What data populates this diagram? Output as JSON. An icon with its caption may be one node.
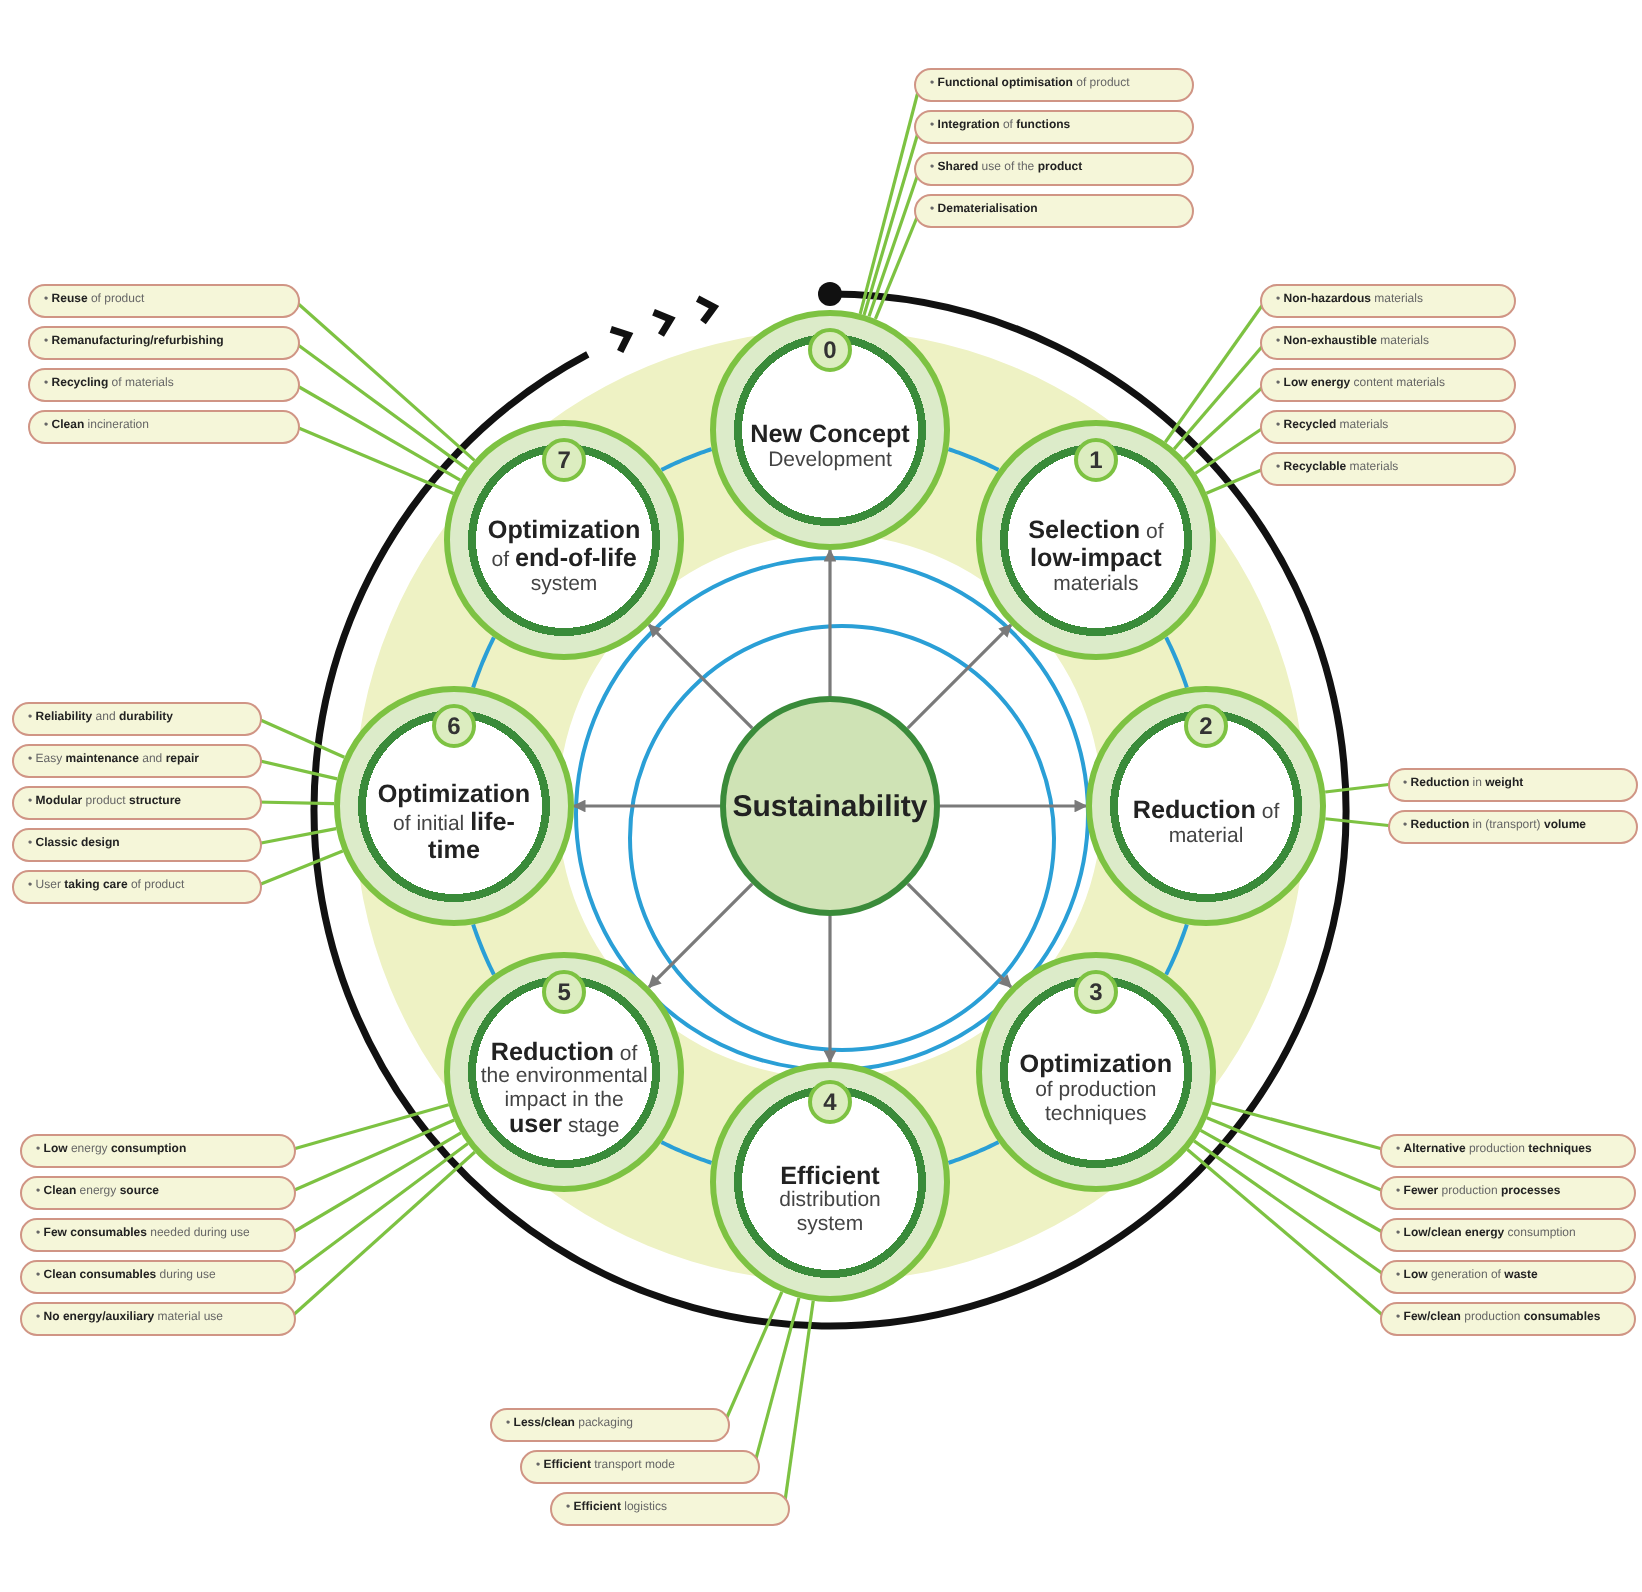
{
  "diagram": {
    "nodes": [
      {
        "text": [
          "0",
          "**New Concept** Development"
        ]
      },
      {
        "text": [
          "1",
          "**Selection** of **low-impact** materials"
        ]
      },
      {
        "text": [
          "2",
          "**Reduction** of material"
        ]
      },
      {
        "text": [
          "3",
          "**Optimization** of production techniques"
        ]
      },
      {
        "text": [
          "4",
          "**Efficient** distribution system"
        ]
      },
      {
        "text": [
          "5",
          "**Reduction** of the environmental impact in the **user** stage"
        ]
      },
      {
        "text": [
          "6",
          "**Optimization** of initial **life-time**"
        ]
      },
      {
        "text": [
          "7",
          "**Optimization** of **end-of-life** system"
        ]
      },
      {
        "text": [
          "Sustainability"
        ]
      },
      {
        "text": [
          "• **Functional optimisation** of product"
        ]
      },
      {
        "text": [
          "• **Integration** of **functions**"
        ]
      },
      {
        "text": [
          "• **Shared** use of the **product**"
        ]
      },
      {
        "text": [
          "• **Dematerialisation**"
        ]
      },
      {
        "text": [
          "• **Non-hazardous** materials"
        ]
      },
      {
        "text": [
          "• **Non-exhaustible** materials"
        ]
      },
      {
        "text": [
          "• **Low energy** content materials"
        ]
      },
      {
        "text": [
          "• **Recycled** materials"
        ]
      },
      {
        "text": [
          "• **Recyclable** materials"
        ]
      },
      {
        "text": [
          "• **Reduction** in **weight**"
        ]
      },
      {
        "text": [
          "• **Reduction** in (transport) **volume**"
        ]
      },
      {
        "text": [
          "• **Alternative** production **techniques**"
        ]
      },
      {
        "text": [
          "• **Fewer** production **processes**"
        ]
      },
      {
        "text": [
          "• **Low/clean energy** consumption"
        ]
      },
      {
        "text": [
          "• **Low** generation of **waste**"
        ]
      },
      {
        "text": [
          "• **Few/clean** production **consumables**"
        ]
      },
      {
        "text": [
          "• **Less/clean** packaging"
        ]
      },
      {
        "text": [
          "• **Efficient** transport mode"
        ]
      },
      {
        "text": [
          "• **Efficient** logistics"
        ]
      },
      {
        "text": [
          "• **Low** energy **consumption**"
        ]
      },
      {
        "text": [
          "• **Clean** energy **source**"
        ]
      },
      {
        "text": [
          "• **Few consumables** needed during use"
        ]
      },
      {
        "text": [
          "• **Clean consumables** during use"
        ]
      },
      {
        "text": [
          "• **No energy/auxiliary** material use"
        ]
      },
      {
        "text": [
          "• **Reliability** and **durability**"
        ]
      },
      {
        "text": [
          "• Easy **maintenance** and **repair**"
        ]
      },
      {
        "text": [
          "• **Modular** product **structure**"
        ]
      },
      {
        "text": [
          "• **Classic design**"
        ]
      },
      {
        "text": [
          "• User **taking care** of product"
        ]
      },
      {
        "text": [
          "• **Reuse** of product"
        ]
      },
      {
        "text": [
          "• **Remanufacturing/refurbishing**"
        ]
      },
      {
        "text": [
          "• **Recycling** of materials"
        ]
      },
      {
        "text": [
          "• **Clean** incineration"
        ]
      }
    ],
    "edges": [
      {
        "from": 8,
        "to": 0,
        "arrow": "to",
        "color": "#7a7a7a"
      },
      {
        "from": 8,
        "to": 1,
        "arrow": "to",
        "color": "#7a7a7a"
      },
      {
        "from": 8,
        "to": 2,
        "arrow": "to",
        "color": "#7a7a7a"
      },
      {
        "from": 8,
        "to": 3,
        "arrow": "to",
        "color": "#7a7a7a"
      },
      {
        "from": 8,
        "to": 4,
        "arrow": "to",
        "color": "#7a7a7a"
      },
      {
        "from": 8,
        "to": 5,
        "arrow": "to",
        "color": "#7a7a7a"
      },
      {
        "from": 8,
        "to": 6,
        "arrow": "to",
        "color": "#7a7a7a"
      },
      {
        "from": 8,
        "to": 7,
        "arrow": "to",
        "color": "#7a7a7a"
      },
      {
        "from": 0,
        "to": 1,
        "arrow": "none",
        "color": "#2a9fd6"
      },
      {
        "from": 1,
        "to": 2,
        "arrow": "none",
        "color": "#2a9fd6"
      },
      {
        "from": 2,
        "to": 3,
        "arrow": "none",
        "color": "#2a9fd6"
      },
      {
        "from": 3,
        "to": 4,
        "arrow": "none",
        "color": "#2a9fd6"
      },
      {
        "from": 4,
        "to": 5,
        "arrow": "none",
        "color": "#2a9fd6"
      },
      {
        "from": 5,
        "to": 6,
        "arrow": "none",
        "color": "#2a9fd6"
      },
      {
        "from": 6,
        "to": 7,
        "arrow": "none",
        "color": "#2a9fd6"
      },
      {
        "from": 7,
        "to": 0,
        "arrow": "none",
        "color": "#2a9fd6"
      },
      {
        "from": 0,
        "to": 9,
        "arrow": "none"
      },
      {
        "from": 0,
        "to": 10,
        "arrow": "none"
      },
      {
        "from": 0,
        "to": 11,
        "arrow": "none"
      },
      {
        "from": 0,
        "to": 12,
        "arrow": "none"
      },
      {
        "from": 1,
        "to": 13,
        "arrow": "none"
      },
      {
        "from": 1,
        "to": 14,
        "arrow": "none"
      },
      {
        "from": 1,
        "to": 15,
        "arrow": "none"
      },
      {
        "from": 1,
        "to": 16,
        "arrow": "none"
      },
      {
        "from": 1,
        "to": 17,
        "arrow": "none"
      },
      {
        "from": 2,
        "to": 18,
        "arrow": "none"
      },
      {
        "from": 2,
        "to": 19,
        "arrow": "none"
      },
      {
        "from": 3,
        "to": 20,
        "arrow": "none"
      },
      {
        "from": 3,
        "to": 21,
        "arrow": "none"
      },
      {
        "from": 3,
        "to": 22,
        "arrow": "none"
      },
      {
        "from": 3,
        "to": 23,
        "arrow": "none"
      },
      {
        "from": 3,
        "to": 24,
        "arrow": "none"
      },
      {
        "from": 4,
        "to": 25,
        "arrow": "none"
      },
      {
        "from": 4,
        "to": 26,
        "arrow": "none"
      },
      {
        "from": 4,
        "to": 27,
        "arrow": "none"
      },
      {
        "from": 5,
        "to": 28,
        "arrow": "none"
      },
      {
        "from": 5,
        "to": 29,
        "arrow": "none"
      },
      {
        "from": 5,
        "to": 30,
        "arrow": "none"
      },
      {
        "from": 5,
        "to": 31,
        "arrow": "none"
      },
      {
        "from": 5,
        "to": 32,
        "arrow": "none"
      },
      {
        "from": 6,
        "to": 33,
        "arrow": "none"
      },
      {
        "from": 6,
        "to": 34,
        "arrow": "none"
      },
      {
        "from": 6,
        "to": 35,
        "arrow": "none"
      },
      {
        "from": 6,
        "to": 36,
        "arrow": "none"
      },
      {
        "from": 6,
        "to": 37,
        "arrow": "none"
      },
      {
        "from": 7,
        "to": 38,
        "arrow": "none"
      },
      {
        "from": 7,
        "to": 39,
        "arrow": "none"
      },
      {
        "from": 7,
        "to": 40,
        "arrow": "none"
      },
      {
        "from": 7,
        "to": 41,
        "arrow": "none"
      }
    ]
  }
}
